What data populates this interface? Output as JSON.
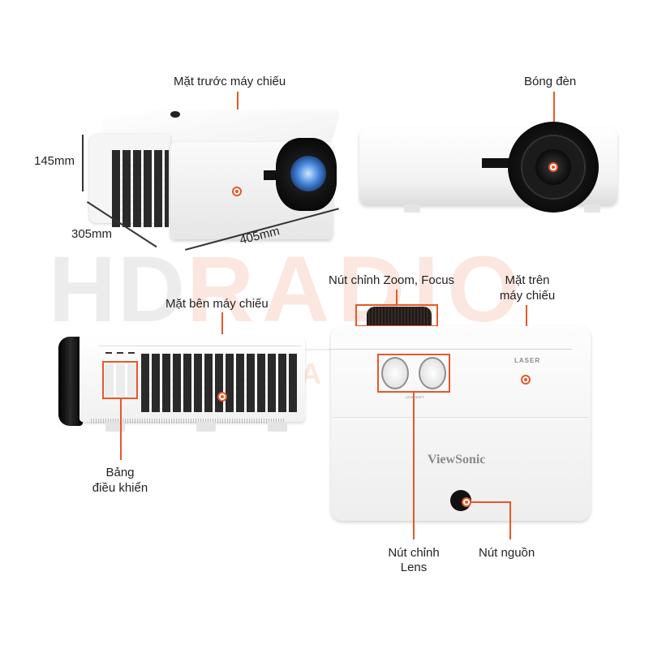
{
  "watermark": {
    "brand_left": "HD",
    "brand_right": "RADIO",
    "tagline": "AUDIO - CINEMA - KARAOKE"
  },
  "views": {
    "perspective": {
      "callout": "Mặt trước máy chiếu",
      "dimensions": {
        "height": "145mm",
        "depth": "305mm",
        "width": "405mm"
      },
      "logo": "ViewSonic"
    },
    "front": {
      "callout": "Bóng đèn"
    },
    "side": {
      "callout": "Mặt bên máy chiếu",
      "panel_callout_line1": "Bảng",
      "panel_callout_line2": "điều khiển"
    },
    "top": {
      "callout_zoom_focus": "Nút chỉnh Zoom, Focus",
      "callout_top_line1": "Mặt trên",
      "callout_top_line2": "máy chiếu",
      "callout_lens_line1": "Nút chỉnh",
      "callout_lens_line2": "Lens",
      "callout_power": "Nút nguồn",
      "logo": "ViewSonic",
      "laser_badge": "LASER",
      "lens_shift_label": "LENS SHIFT"
    }
  },
  "colors": {
    "accent": "#e8572a",
    "text": "#231f20",
    "body": "#f4f4f4",
    "lens": "#111111"
  }
}
